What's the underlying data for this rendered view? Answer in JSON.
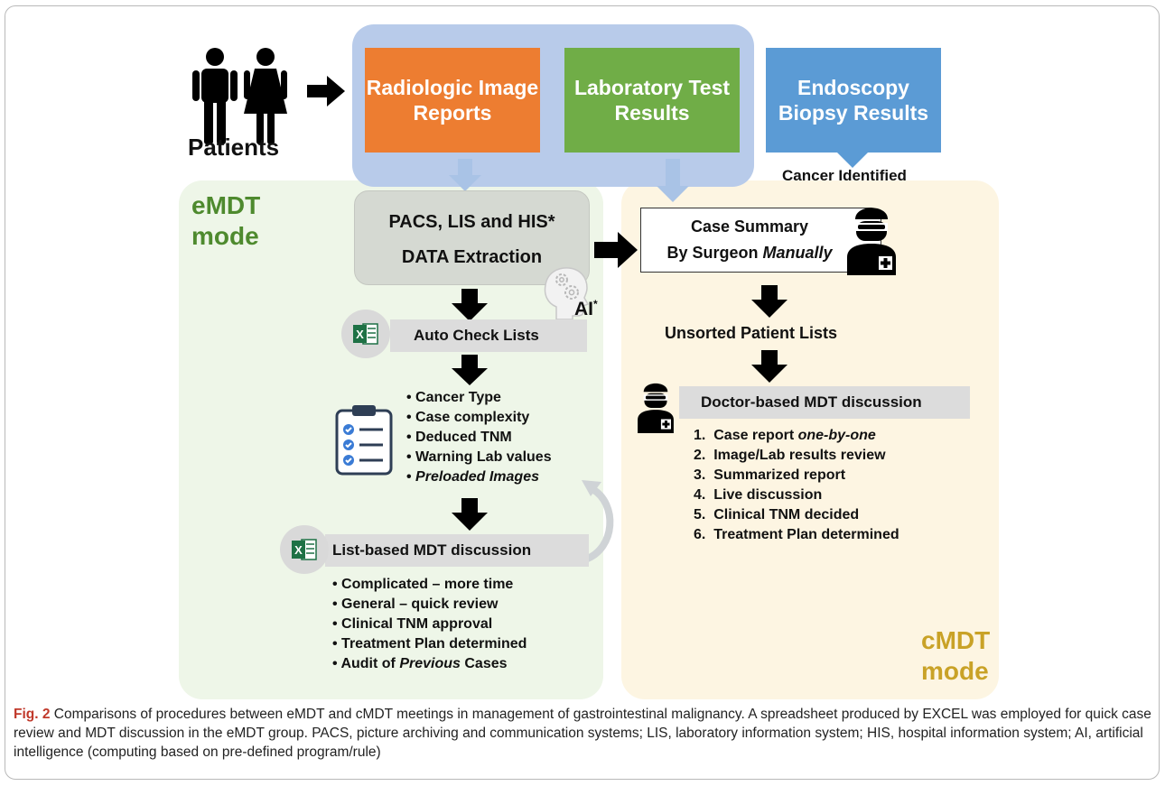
{
  "patients_label": "Patients",
  "sources": {
    "radiologic": "Radiologic Image Reports",
    "laboratory": "Laboratory Test Results",
    "endoscopy": "Endoscopy Biopsy Results"
  },
  "cancer_identified": "Cancer Identified",
  "emdt": {
    "mode_title": "eMDT\nmode",
    "extraction_line1": "PACS, LIS and HIS*",
    "extraction_line2": "DATA Extraction",
    "ai_label": "AI",
    "ai_sup": "*",
    "auto_check": "Auto Check Lists",
    "check_items": [
      "Cancer Type",
      "Case complexity",
      "Deduced TNM",
      "Warning Lab values",
      "Preloaded Images"
    ],
    "list_discussion": "List-based MDT discussion",
    "discussion_items": [
      "Complicated – more time",
      "General – quick review",
      "Clinical TNM approval",
      "Treatment Plan determined"
    ],
    "audit_prefix": "Audit of ",
    "audit_italic": "Previous",
    "audit_suffix": " Cases"
  },
  "cmdt": {
    "mode_title": "cMDT\nmode",
    "case_summary_line1": "Case Summary",
    "case_summary_line2_prefix": "By Surgeon ",
    "case_summary_line2_italic": "Manually",
    "unsorted": "Unsorted Patient Lists",
    "doctor_discussion": "Doctor-based MDT discussion",
    "step1_prefix": "1.  Case report ",
    "step1_italic": "one-by-one",
    "steps": [
      "2.  Image/Lab results review",
      "3.  Summarized report",
      "4.  Live discussion",
      "5.  Clinical TNM decided",
      "6.  Treatment Plan determined"
    ]
  },
  "caption": {
    "label": "Fig. 2",
    "text": " Comparisons of procedures between eMDT and cMDT meetings in management of gastrointestinal malignancy. A spreadsheet produced by EXCEL was employed for quick case review and MDT discussion in the eMDT group. PACS, picture archiving and communication systems; LIS, laboratory information system; HIS, hospital information system; AI, artificial intelligence (computing based on pre-defined program/rule)"
  },
  "colors": {
    "radiologic": "#ed7d31",
    "laboratory": "#70ad47",
    "endoscopy": "#5b9bd5",
    "emdt_title": "#4e8a2e",
    "cmdt_title": "#c9a227",
    "caption_label": "#c0392b"
  }
}
